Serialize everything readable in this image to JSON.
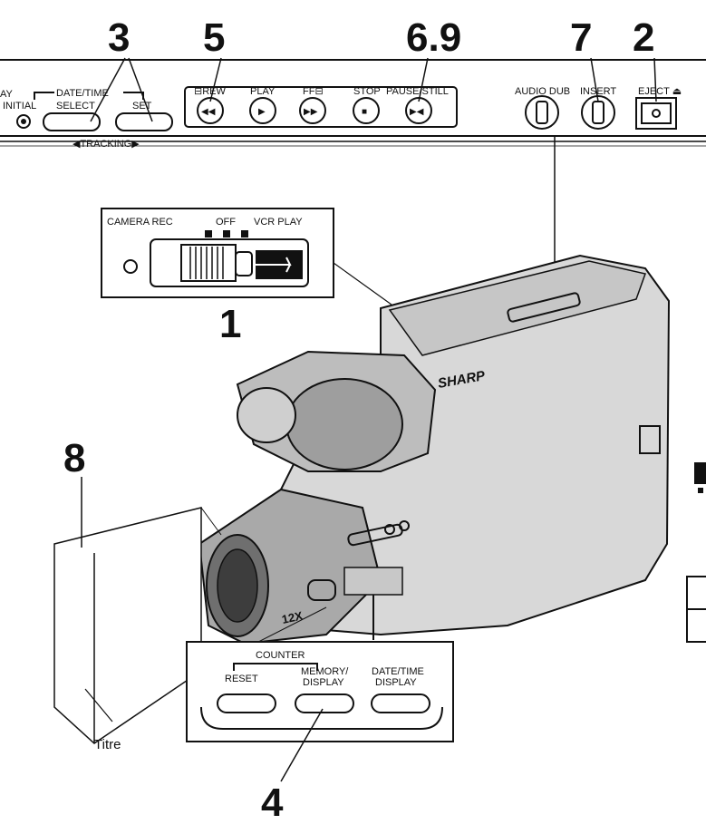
{
  "callouts": [
    "3",
    "5",
    "6.9",
    "7",
    "2",
    "1",
    "8",
    "4"
  ],
  "control_panel": {
    "edge_label": "AY",
    "initial_label": "INITIAL",
    "date_time_label": "DATE/TIME",
    "select_label": "SELECT",
    "set_label": "SET",
    "tracking_label": "◀TRACKING▶",
    "rew_label": "⊟REW",
    "play_label": "PLAY",
    "ff_label": "FF⊟",
    "stop_label": "STOP",
    "pause_still_label": "PAUSE/STILL",
    "audio_dub_label": "AUDIO DUB",
    "insert_label": "INSERT",
    "eject_label": "EJECT ⏏"
  },
  "mode_switch": {
    "camera_rec_label": "CAMERA REC",
    "off_label": "OFF",
    "vcr_play_label": "VCR PLAY"
  },
  "camera": {
    "brand_label": "SHARP",
    "zoom_label": "12X"
  },
  "counter_panel": {
    "counter_label": "COUNTER",
    "reset_label": "RESET",
    "memory_display_label_1": "MEMORY/",
    "memory_display_label_2": "DISPLAY",
    "date_time_display_label_1": "DATE/TIME",
    "date_time_display_label_2": "DISPLAY"
  },
  "titre_label": "Titre"
}
